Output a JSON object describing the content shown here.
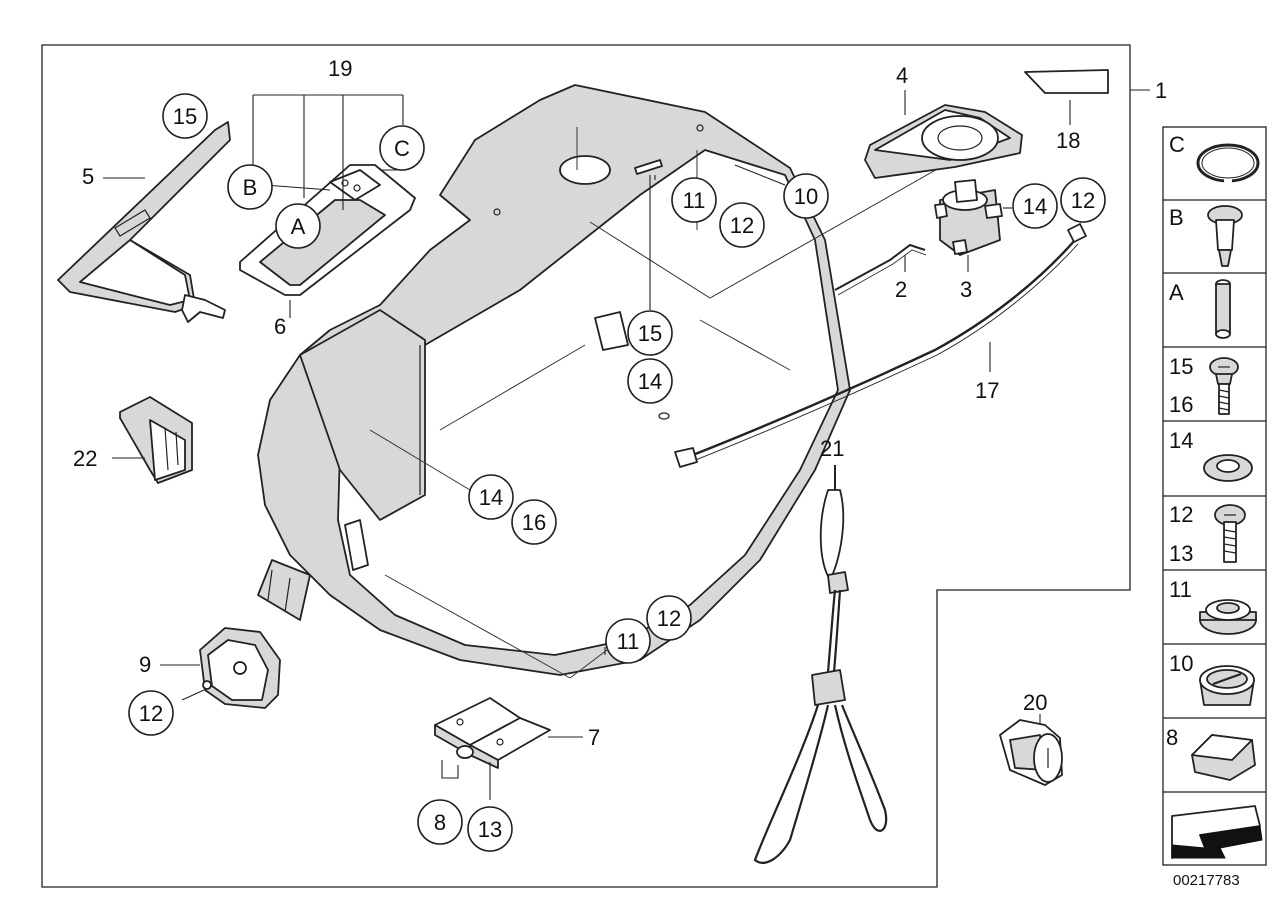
{
  "diagram_id": "00217783",
  "labels": {
    "l1": "1",
    "l2": "2",
    "l3": "3",
    "l4": "4",
    "l5": "5",
    "l6": "6",
    "l7": "7",
    "l9": "9",
    "l17": "17",
    "l18": "18",
    "l19": "19",
    "l20": "20",
    "l21": "21",
    "l22": "22"
  },
  "callouts": {
    "c15a": "15",
    "cB": "B",
    "cA": "A",
    "cC": "C",
    "c10": "10",
    "c11a": "11",
    "c12a": "12",
    "c15b": "15",
    "c14a": "14",
    "c14b": "14",
    "c12b": "12",
    "c14c": "14",
    "c16": "16",
    "c11b": "11",
    "c12c": "12",
    "c12d": "12",
    "c8": "8",
    "c13": "13"
  },
  "legend": {
    "rows": [
      {
        "top": "C",
        "bottom": "",
        "icon": "snap-ring-icon"
      },
      {
        "top": "B",
        "bottom": "",
        "icon": "expanding-rivet-icon"
      },
      {
        "top": "A",
        "bottom": "",
        "icon": "pin-icon"
      },
      {
        "top": "15",
        "bottom": "16",
        "icon": "screw-icon"
      },
      {
        "top": "14",
        "bottom": "",
        "icon": "washer-icon"
      },
      {
        "top": "12",
        "bottom": "13",
        "icon": "bolt-icon"
      },
      {
        "top": "11",
        "bottom": "",
        "icon": "grommet-icon"
      },
      {
        "top": "10",
        "bottom": "",
        "icon": "cap-icon"
      },
      {
        "top": "8",
        "bottom": "",
        "icon": "rubber-block-icon"
      },
      {
        "top": "",
        "bottom": "",
        "icon": "arrow-icon"
      }
    ]
  }
}
